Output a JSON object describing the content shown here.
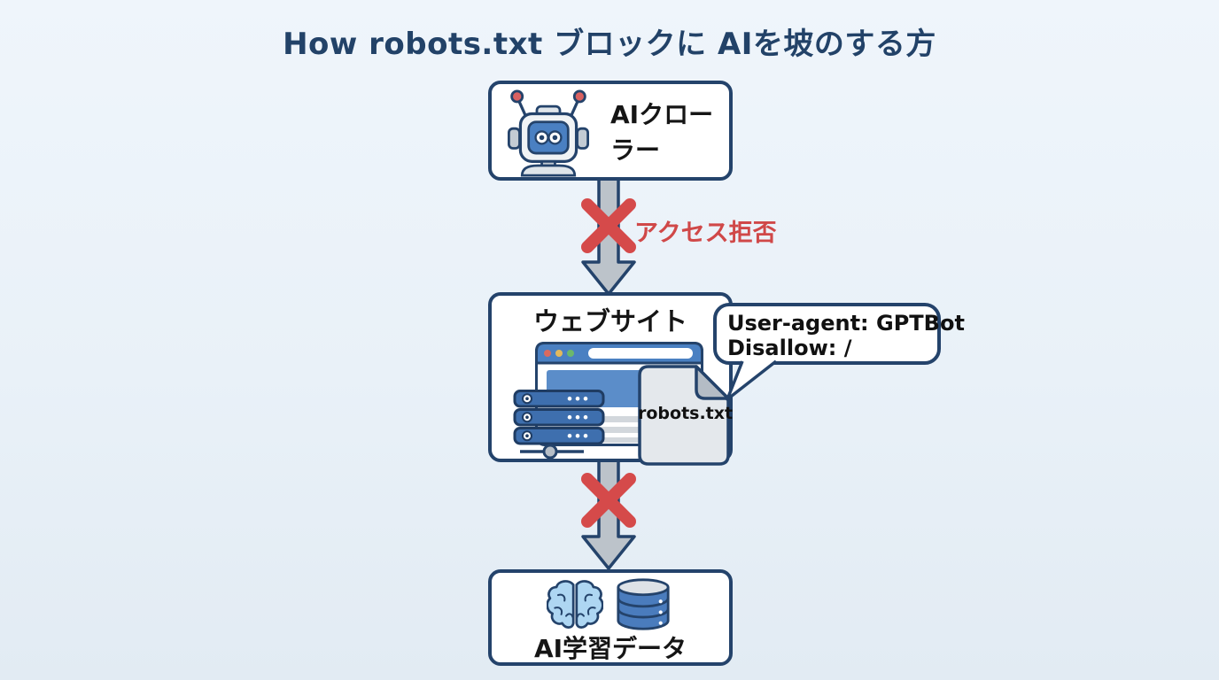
{
  "title": "How robots.txt ブロックに AIを坡のする方",
  "colors": {
    "background": "#e9f1f8",
    "box_border": "#24436b",
    "title_text": "#224268",
    "label_text": "#151515",
    "blocked_red": "#d54a4a",
    "arrow_gray": "#bcc3ca",
    "accent_blue": "#4a80c2"
  },
  "nodes": {
    "crawler": {
      "label": "AIクローラー",
      "icon": "robot-icon"
    },
    "website": {
      "label": "ウェブサイト",
      "icons": [
        "browser-icon",
        "server-icon",
        "document-icon"
      ],
      "document_label": "robots.txt"
    },
    "training": {
      "label": "AI学習データ",
      "icons": [
        "brain-icon",
        "database-icon"
      ]
    }
  },
  "edges": [
    {
      "from": "crawler",
      "to": "website",
      "status": "blocked",
      "label": "アクセス拒否"
    },
    {
      "from": "website",
      "to": "training",
      "status": "blocked",
      "label": ""
    }
  ],
  "callout": {
    "lines": [
      "User-agent: GPTBot",
      "Disallow: /"
    ]
  }
}
